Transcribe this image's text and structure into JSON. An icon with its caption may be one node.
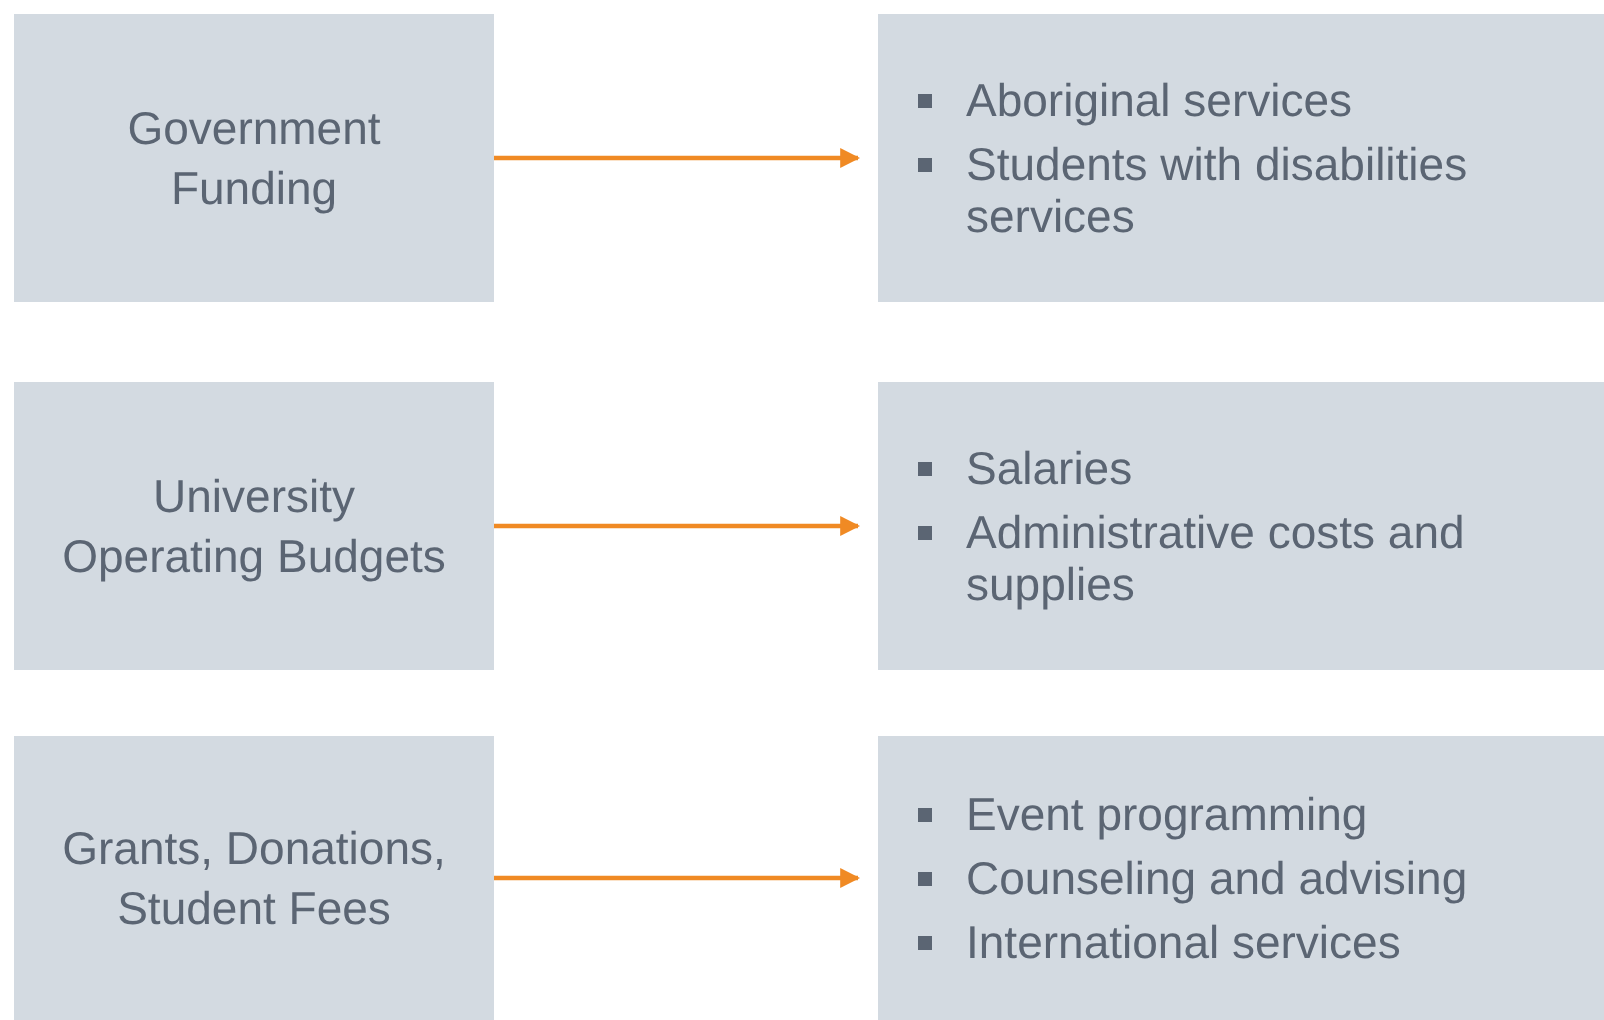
{
  "diagram": {
    "nodes": [
      {
        "text": [
          "Government Funding"
        ]
      },
      {
        "text": [
          "Aboriginal services",
          "Students with disabilities services"
        ]
      },
      {
        "text": [
          "University Operating Budgets"
        ]
      },
      {
        "text": [
          "Salaries",
          "Administrative costs and supplies"
        ]
      },
      {
        "text": [
          "Grants, Donations, Student Fees"
        ]
      },
      {
        "text": [
          "Event programming",
          "Counseling and advising",
          "International services"
        ]
      }
    ],
    "edges": [
      {
        "from": 0,
        "to": 1,
        "arrow": "to"
      },
      {
        "from": 2,
        "to": 3,
        "arrow": "to"
      },
      {
        "from": 4,
        "to": 5,
        "arrow": "to"
      }
    ]
  }
}
